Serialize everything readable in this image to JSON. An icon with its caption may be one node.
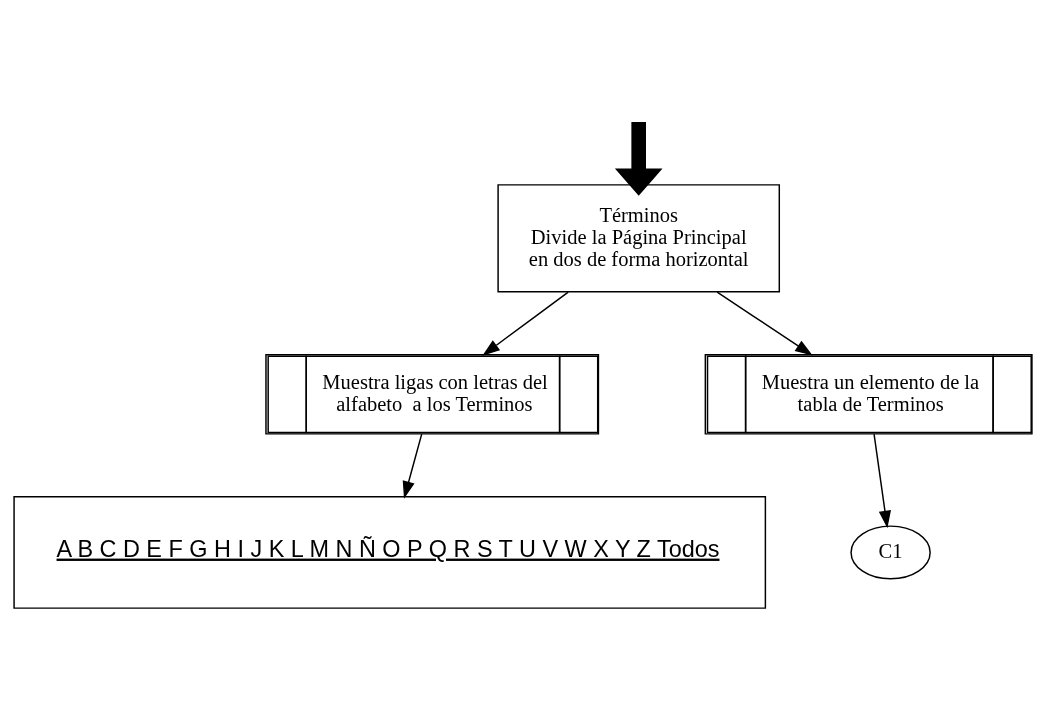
{
  "diagram": {
    "nodes": [
      {
        "text": [
          "Términos",
          "Divide la Página Principal en dos de forma horizontal"
        ]
      },
      {
        "text": [
          "Muestra ligas con letras del alfabeto  a los Terminos"
        ]
      },
      {
        "text": [
          "Muestra un elemento de la tabla de Terminos"
        ]
      },
      {
        "text": [
          "C1"
        ]
      },
      {
        "text": [
          "A B C D E F G H I J K L M N Ñ O P Q R S T U V W X Y Z Todos"
        ]
      }
    ],
    "edges": [
      {
        "from": null,
        "to": 0,
        "arrow": "to",
        "style": "thick"
      },
      {
        "from": 0,
        "to": 1,
        "arrow": "to"
      },
      {
        "from": 0,
        "to": 2,
        "arrow": "to"
      },
      {
        "from": 1,
        "to": 4,
        "arrow": "to"
      },
      {
        "from": 2,
        "to": 3,
        "arrow": "to"
      }
    ]
  }
}
